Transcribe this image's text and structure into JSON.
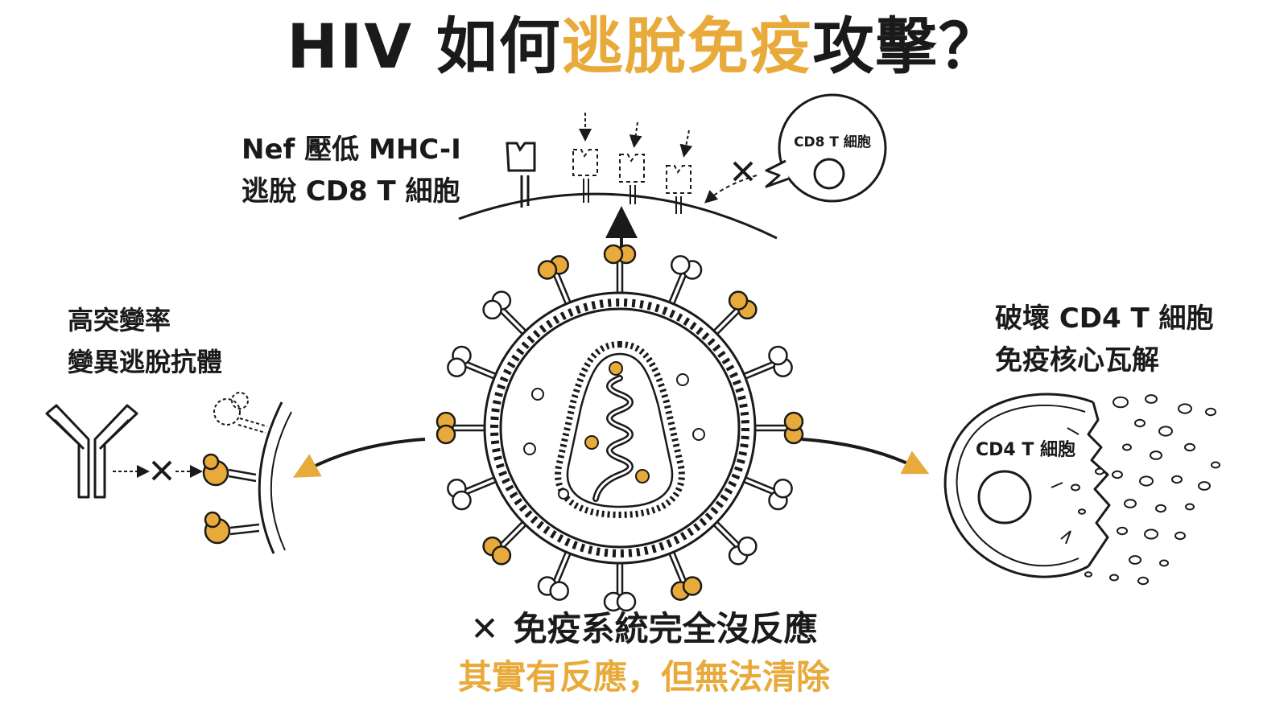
{
  "title": {
    "part1": "HIV 如何",
    "highlight": "逃脫免疫",
    "part2": "攻擊？"
  },
  "top_label": {
    "line1": "Nef 壓低 MHC-I",
    "line2": "逃脫 CD8 T 細胞"
  },
  "left_label": {
    "line1": "高突變率",
    "line2": "變異逃脫抗體"
  },
  "right_label": {
    "line1": "破壞 CD4 T 細胞",
    "line2": "免疫核心瓦解"
  },
  "cd8_cell_label": "CD8 T 細胞",
  "cd4_cell_label": "CD4 T 細胞",
  "bottom": {
    "cross": "✕",
    "line1": "免疫系統完全沒反應",
    "line2": "其實有反應，但無法清除"
  },
  "colors": {
    "accent": "#e8aa3a",
    "ink": "#1a1a1a",
    "background": "#ffffff"
  },
  "icons": [
    "hiv-virion-icon",
    "antibody-icon",
    "mhc-receptor-icon",
    "cd8-t-cell-icon",
    "cd4-t-cell-icon",
    "cross-icon",
    "arrow-icon"
  ]
}
